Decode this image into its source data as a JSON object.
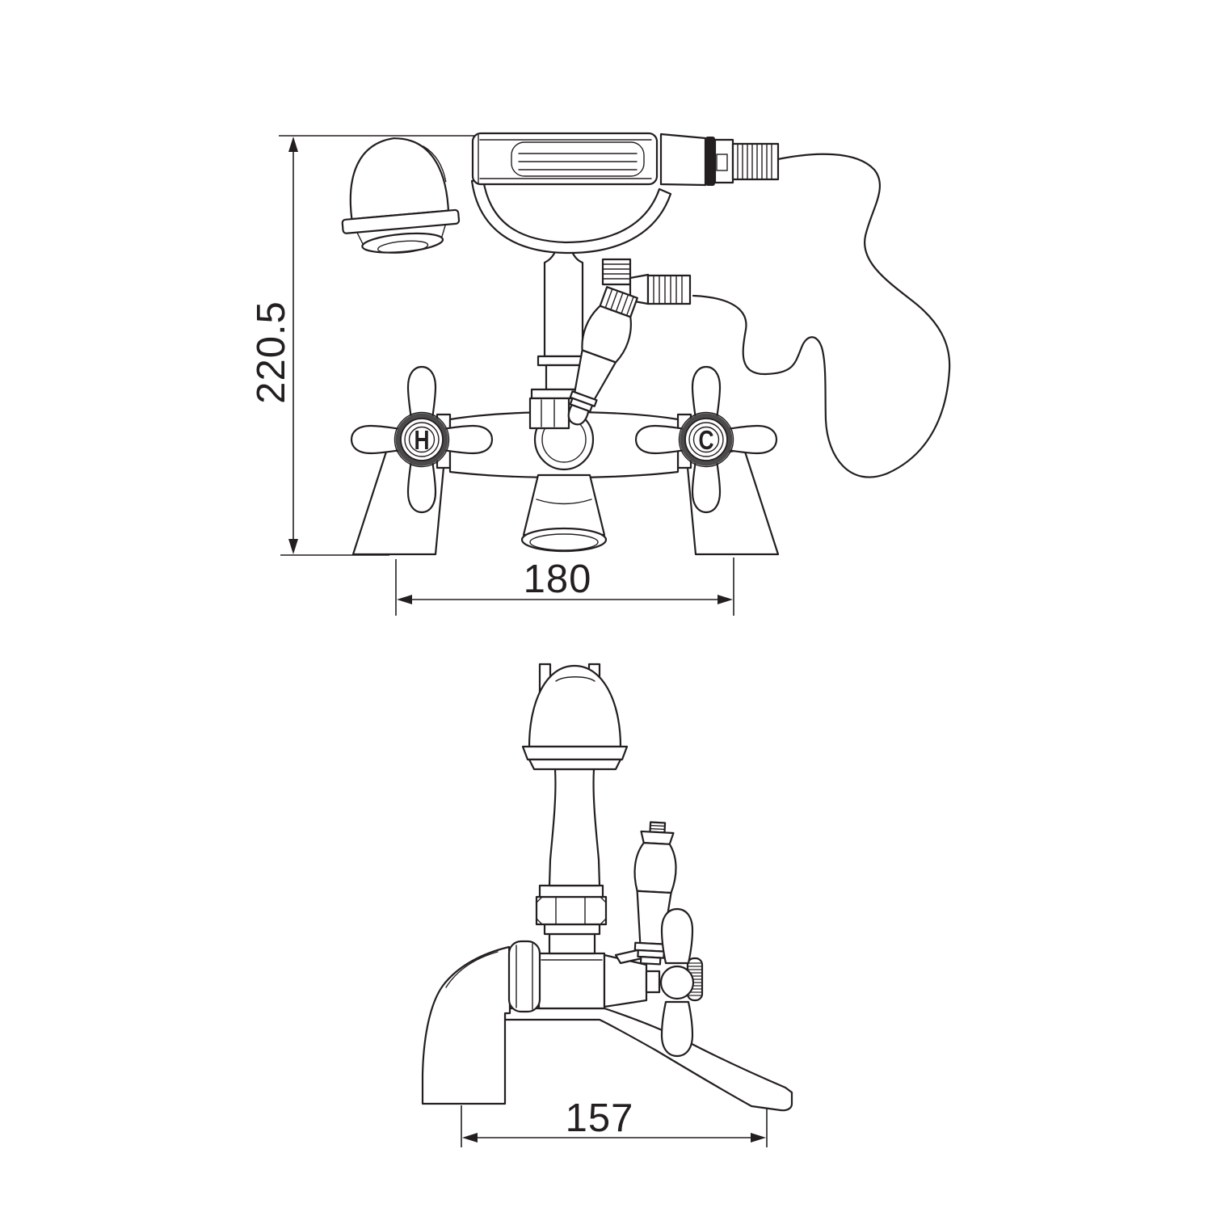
{
  "canvas": {
    "background": "#ffffff",
    "line_color": "#231f20",
    "knurl_color": "#4b4b4b"
  },
  "front_view": {
    "height_dimension": "220.5",
    "spacing_dimension": "180",
    "hot_handle_label": "H",
    "cold_handle_label": "C"
  },
  "side_view": {
    "projection_dimension": "157"
  }
}
